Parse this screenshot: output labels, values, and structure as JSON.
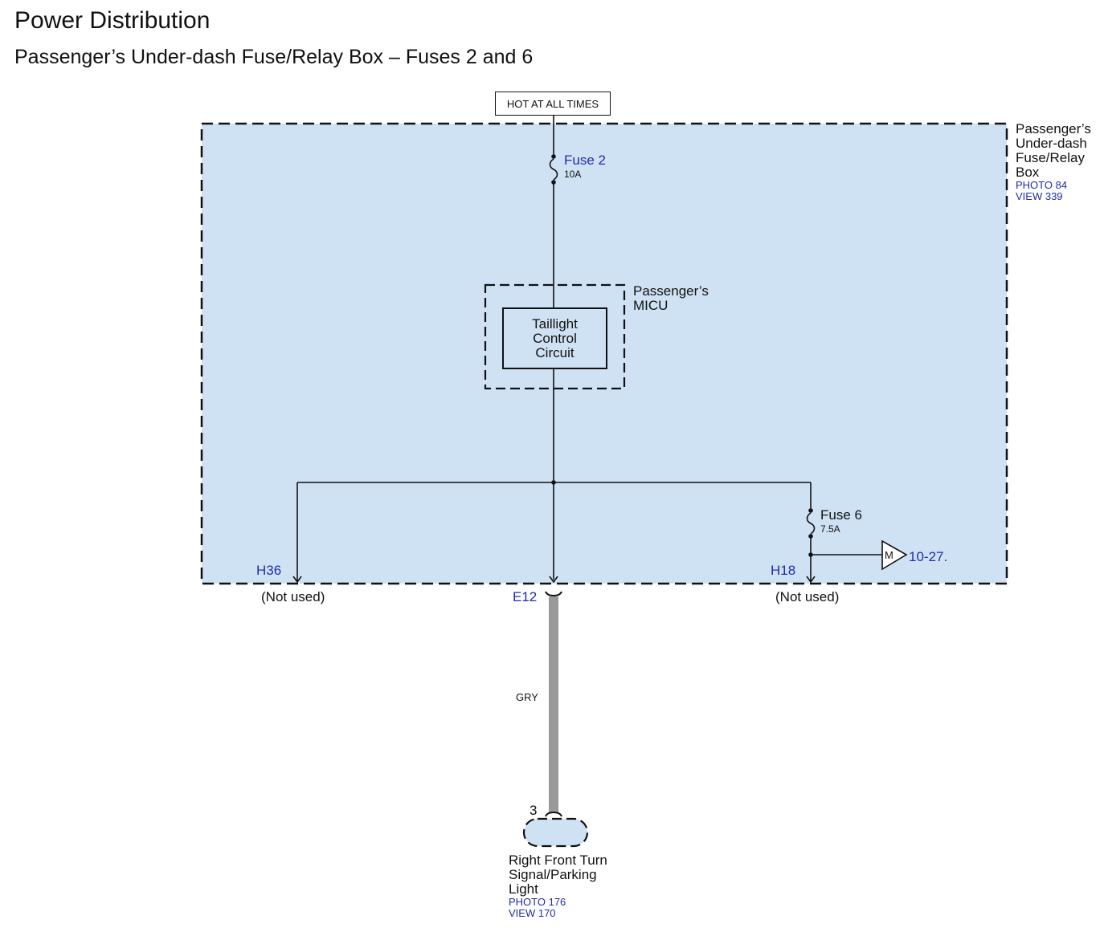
{
  "header": {
    "title": "Power Distribution",
    "subtitle": "Passenger’s Under-dash Fuse/Relay Box – Fuses 2 and 6"
  },
  "power_source": {
    "label": "HOT AT ALL TIMES"
  },
  "fuse_box": {
    "name_lines": [
      "Passenger’s",
      "Under-dash",
      "Fuse/Relay",
      "Box"
    ],
    "photo_ref": "PHOTO 84",
    "view_ref": "VIEW 339",
    "fill_color": "#cfe2f3"
  },
  "fuses": [
    {
      "label": "Fuse 2",
      "rating": "10A"
    },
    {
      "label": "Fuse 6",
      "rating": "7.5A"
    }
  ],
  "micu": {
    "name_lines": [
      "Passenger’s",
      "MICU"
    ],
    "circuit_lines": [
      "Taillight",
      "Control",
      "Circuit"
    ]
  },
  "connectors": {
    "left": {
      "terminal": "H36",
      "status": "(Not used)"
    },
    "center": {
      "terminal": "E12"
    },
    "right": {
      "terminal": "H18",
      "status": "(Not used)"
    }
  },
  "reference": {
    "symbol": "M",
    "page": "10-27."
  },
  "wire": {
    "color_code": "GRY",
    "color_hex": "#999999"
  },
  "component": {
    "pin": "3",
    "name_lines": [
      "Right Front Turn",
      "Signal/Parking",
      "Light"
    ],
    "photo_ref": "PHOTO 176",
    "view_ref": "VIEW 170"
  },
  "colors": {
    "text_blue": "#1f2ea8",
    "line": "#111111"
  }
}
